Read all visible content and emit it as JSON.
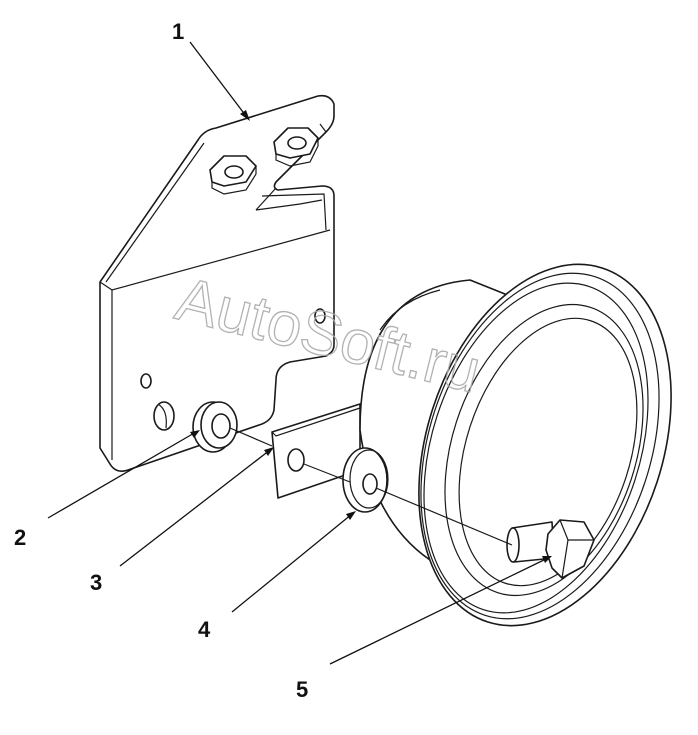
{
  "callouts": [
    {
      "id": "1",
      "label": "1"
    },
    {
      "id": "2",
      "label": "2"
    },
    {
      "id": "3",
      "label": "3"
    },
    {
      "id": "4",
      "label": "4"
    },
    {
      "id": "5",
      "label": "5"
    }
  ],
  "watermark": "AutoSoft.ru",
  "colors": {
    "line": "#1a1a1a",
    "background": "#ffffff",
    "watermark": "#aaaaaa"
  }
}
